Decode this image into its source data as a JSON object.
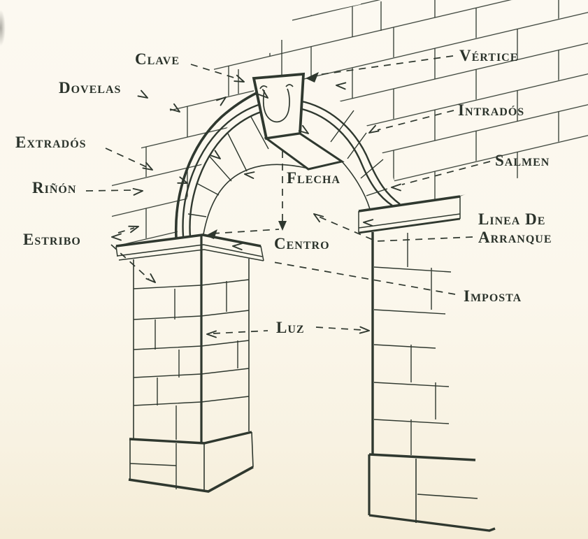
{
  "diagram": {
    "kind": "labeled line drawing of a masonry arch (perspective view)",
    "labels": {
      "clave": "Clave",
      "dovelas": "Dovelas",
      "extrados": "Extradós",
      "rinon": "Riñón",
      "estribo": "Estribo",
      "vertice": "Vértice",
      "intrados": "Intradós",
      "salmen": "Salmen",
      "flecha": "Flecha",
      "centro": "Centro",
      "linea_de_arranque_1": "Linea De",
      "linea_de_arranque_2": "Arranque",
      "imposta": "Imposta",
      "luz": "Luz"
    },
    "colors": {
      "ink": "#2f382f",
      "paper": "#fbf7ec",
      "paper_bottom": "#f4ecd6"
    }
  }
}
